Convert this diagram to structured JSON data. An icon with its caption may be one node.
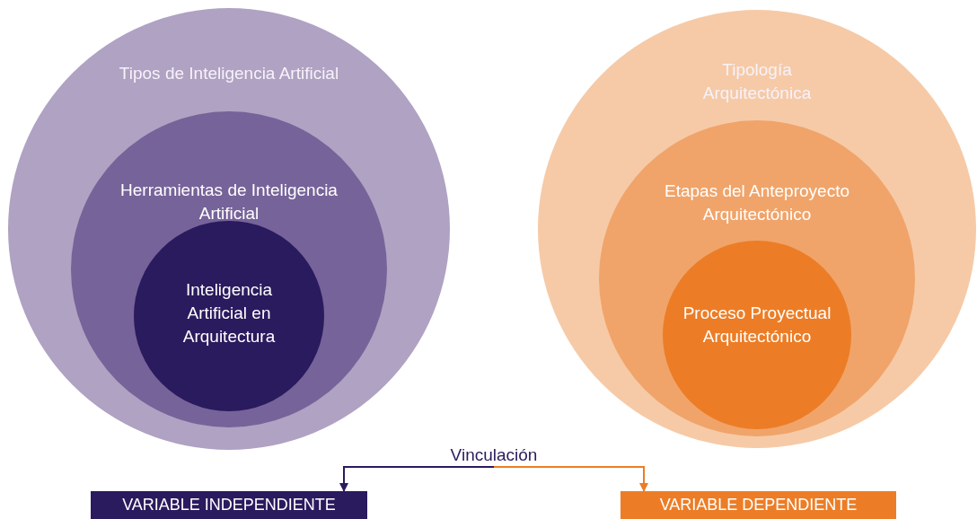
{
  "diagram": {
    "nodes": [
      {
        "text": [
          "Tipos de Inteligencia Artificial"
        ]
      },
      {
        "text": [
          "Herramientas de Inteligencia Artificial"
        ],
        "in": 0
      },
      {
        "text": [
          "Inteligencia Artificial en Arquitectura"
        ],
        "in": 1
      },
      {
        "text": [
          "Tipología Arquitectónica"
        ]
      },
      {
        "text": [
          "Etapas del Anteproyecto Arquitectónico"
        ],
        "in": 3
      },
      {
        "text": [
          "Proceso Proyectual Arquitectónico"
        ],
        "in": 4
      },
      {
        "text": [
          "VARIABLE INDEPENDIENTE"
        ]
      },
      {
        "text": [
          "VARIABLE DEPENDIENTE"
        ]
      }
    ],
    "edges": [
      {
        "from": 6,
        "to": 7,
        "arrow": "both",
        "label": "Vinculación"
      }
    ]
  }
}
